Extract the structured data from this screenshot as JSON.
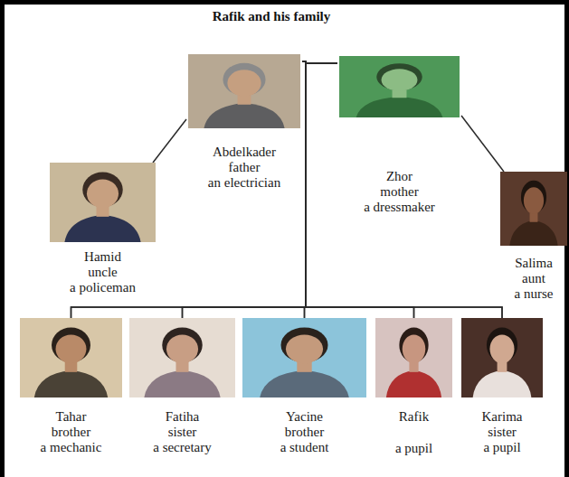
{
  "diagram": {
    "title": "Rafik and his family",
    "nodes": [
      {
        "text": [
          "Abdelkader",
          "father",
          "an electrician"
        ]
      },
      {
        "text": [
          "Zhor",
          "mother",
          "a dressmaker"
        ]
      },
      {
        "text": [
          "Hamid",
          "uncle",
          "a policeman"
        ]
      },
      {
        "text": [
          "Salima",
          "aunt",
          "a nurse"
        ]
      },
      {
        "text": [
          "Tahar",
          "brother",
          "a mechanic"
        ]
      },
      {
        "text": [
          "Fatiha",
          "sister",
          "a secretary"
        ]
      },
      {
        "text": [
          "Yacine",
          "brother",
          "a student"
        ]
      },
      {
        "text": [
          "Rafik",
          "a pupil"
        ]
      },
      {
        "text": [
          "Karima",
          "sister",
          "a pupil"
        ]
      }
    ],
    "edges": [
      {
        "from": 0,
        "to": 2,
        "arrow": "none"
      },
      {
        "from": 1,
        "to": 3,
        "arrow": "none"
      },
      {
        "from": 0,
        "to": 4,
        "arrow": "none"
      },
      {
        "from": 0,
        "to": 5,
        "arrow": "none"
      },
      {
        "from": 0,
        "to": 6,
        "arrow": "none"
      },
      {
        "from": 0,
        "to": 7,
        "arrow": "none"
      },
      {
        "from": 0,
        "to": 8,
        "arrow": "none"
      },
      {
        "from": 1,
        "to": 4,
        "arrow": "none"
      },
      {
        "from": 1,
        "to": 5,
        "arrow": "none"
      },
      {
        "from": 1,
        "to": 6,
        "arrow": "none"
      },
      {
        "from": 1,
        "to": 7,
        "arrow": "none"
      },
      {
        "from": 1,
        "to": 8,
        "arrow": "none"
      }
    ]
  }
}
